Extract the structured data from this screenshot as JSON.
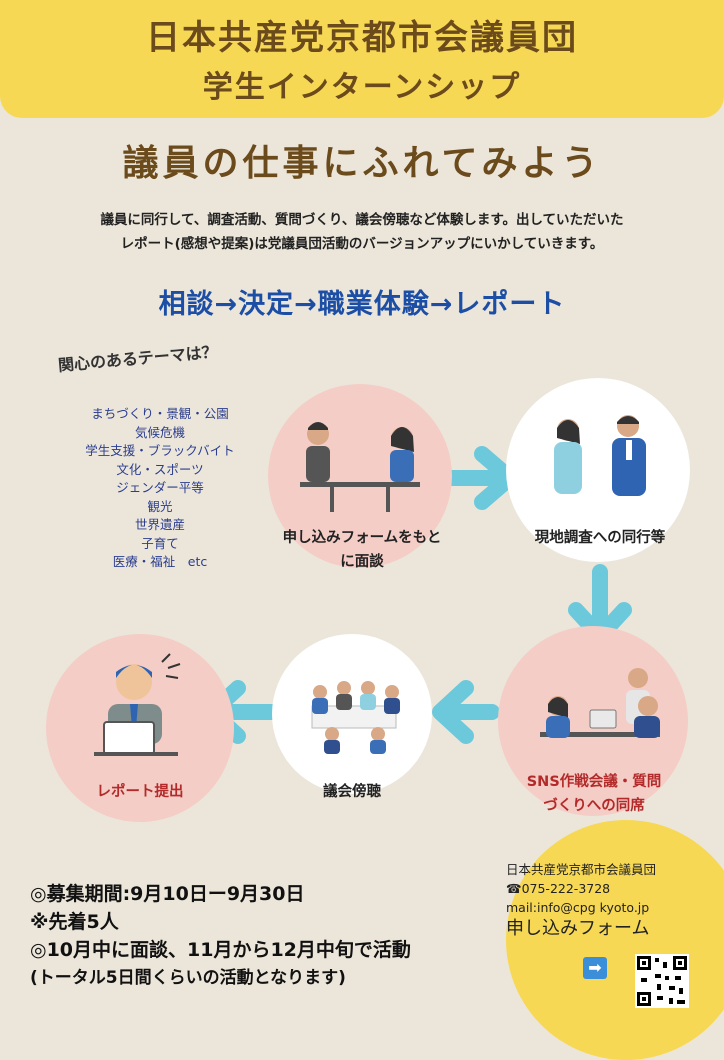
{
  "header": {
    "title_line1": "日本共産党京都市会議員団",
    "title_line2": "学生インターンシップ"
  },
  "tagline": "議員の仕事にふれてみよう",
  "intro": {
    "line1": "議員に同行して、調査活動、質問づくり、議会傍聴など体験します。出していただいた",
    "line2": "レポート(感想や提案)は党議員団活動のバージョンアップにいかしていきます。"
  },
  "flow": "相談→決定→職業体験→レポート",
  "themes": {
    "heading": "関心のあるテーマは？",
    "items": [
      "まちづくり・景観・公園",
      "気候危機",
      "学生支援・ブラックバイト",
      "文化・スポーツ",
      "ジェンダー平等",
      "観光",
      "世界遺産",
      "子育て",
      "医療・福祉　etc"
    ]
  },
  "steps": {
    "interview": {
      "label_line1": "申し込みフォームをもと",
      "label_line2": "に面談"
    },
    "field": {
      "label": "現地調査への同行等"
    },
    "sns": {
      "label_line1": "SNS作戦会議・質問",
      "label_line2": "づくりへの同席"
    },
    "council": {
      "label": "議会傍聴"
    },
    "report": {
      "label": "レポート提出"
    }
  },
  "recruit": {
    "period": "◎募集期間:9月10日ー9月30日",
    "limit": "※先着5人",
    "schedule": "◎10月中に面談、11月から12月中旬で活動",
    "note": "(トータル5日間くらいの活動となります)"
  },
  "contact": {
    "org": "日本共産党京都市会議員団",
    "phone": "075-222-3728",
    "mail": "mail:info@cpg kyoto.jp",
    "form_label": "申し込みフォーム",
    "arrow_icon": "➡"
  },
  "colors": {
    "header_bg": "#f7d855",
    "title_brown": "#6b4a1b",
    "flow_blue": "#1c4ea6",
    "pink": "#f4cdc6",
    "arrow_teal": "#6cc9dc",
    "report_red": "#b32a2a"
  }
}
